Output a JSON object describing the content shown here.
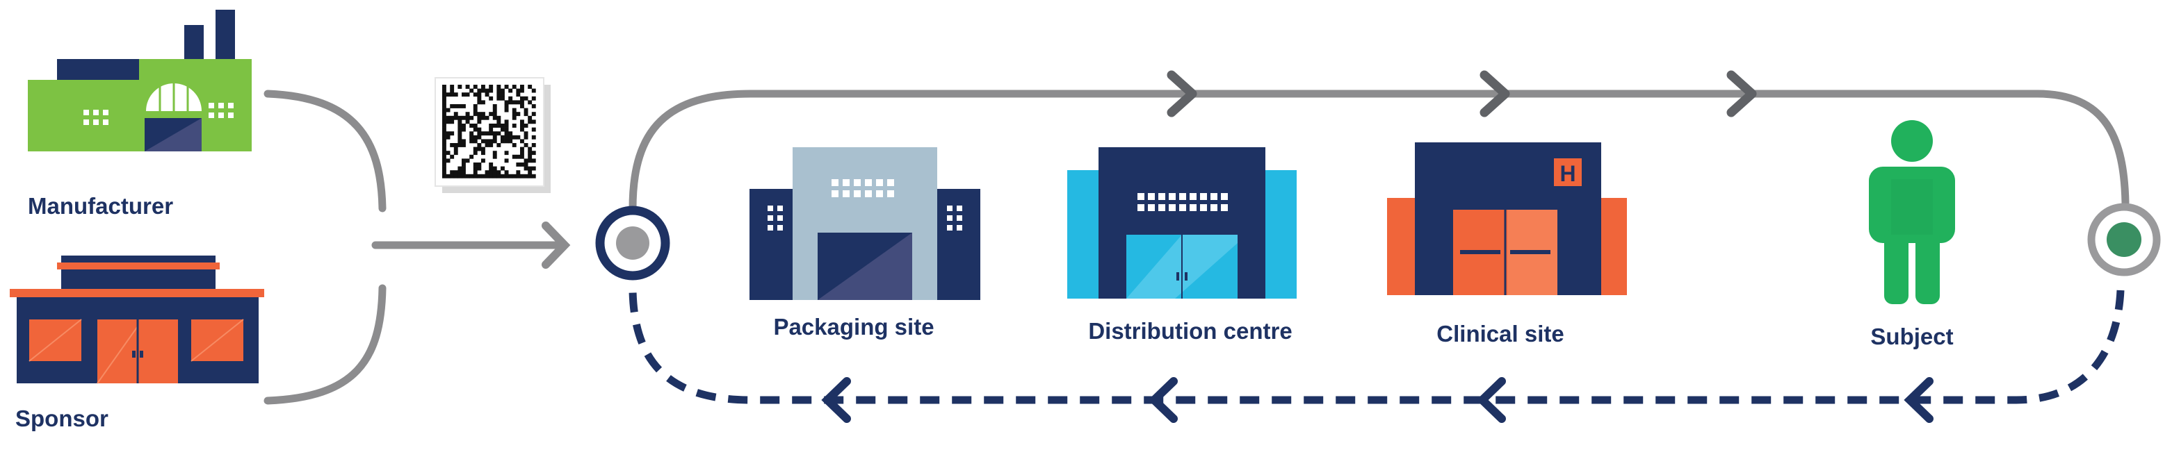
{
  "colors": {
    "navy": "#1e3263",
    "grey_line": "#8c8c8e",
    "green_factory": "#7dc243",
    "orange": "#f0653a",
    "cyan": "#25b9e2",
    "light_blue": "#a9c0cf",
    "subject_green": "#21b15c",
    "dark_green": "#3a8f62",
    "label": "#1e3263"
  },
  "nodes": {
    "manufacturer": {
      "label": "Manufacturer",
      "icon": "factory-icon"
    },
    "sponsor": {
      "label": "Sponsor",
      "icon": "sponsor-building-icon"
    },
    "packaging": {
      "label": "Packaging site",
      "icon": "packaging-building-icon"
    },
    "distribution": {
      "label": "Distribution centre",
      "icon": "warehouse-icon"
    },
    "clinical": {
      "label": "Clinical site",
      "icon": "hospital-icon"
    },
    "subject": {
      "label": "Subject",
      "icon": "person-icon"
    }
  },
  "hospital_letter": "H",
  "flows": {
    "forward": {
      "style": "solid",
      "direction": "right",
      "from": "packaging",
      "to": "subject"
    },
    "return": {
      "style": "dashed",
      "direction": "left",
      "from": "subject",
      "to": "packaging"
    }
  },
  "barcode": {
    "icon": "data-matrix-barcode-icon"
  }
}
